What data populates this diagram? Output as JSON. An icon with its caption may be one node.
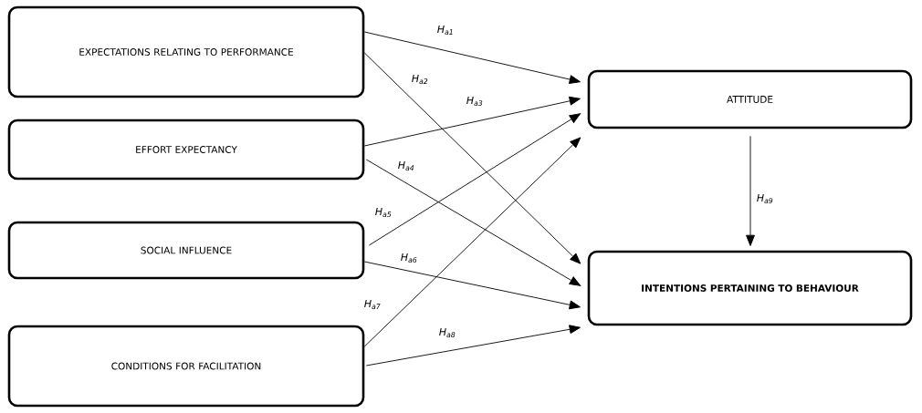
{
  "diagram": {
    "nodes": [
      {
        "text": [
          "EXPECTATIONS RELATING TO PERFORMANCE"
        ]
      },
      {
        "text": [
          "EFFORT EXPECTANCY"
        ]
      },
      {
        "text": [
          "SOCIAL INFLUENCE"
        ]
      },
      {
        "text": [
          "CONDITIONS FOR FACILITATION"
        ]
      },
      {
        "text": [
          "ATTITUDE"
        ]
      },
      {
        "text": [
          "**INTENTIONS PERTAINING TO BEHAVIOUR**"
        ]
      }
    ],
    "edges": [
      {
        "from": 0,
        "to": 4,
        "arrow": "to",
        "label": "H$_{a1}$"
      },
      {
        "from": 0,
        "to": 5,
        "arrow": "to",
        "label": "H$_{a2}$"
      },
      {
        "from": 1,
        "to": 4,
        "arrow": "to",
        "label": "H$_{a3}$"
      },
      {
        "from": 1,
        "to": 5,
        "arrow": "to",
        "label": "H$_{a4}$"
      },
      {
        "from": 2,
        "to": 4,
        "arrow": "to",
        "label": "H$_{a5}$"
      },
      {
        "from": 2,
        "to": 5,
        "arrow": "to",
        "label": "H$_{a6}$"
      },
      {
        "from": 3,
        "to": 4,
        "arrow": "to",
        "label": "H$_{a7}$"
      },
      {
        "from": 3,
        "to": 5,
        "arrow": "to",
        "label": "H$_{a8}$"
      },
      {
        "from": 4,
        "to": 5,
        "arrow": "to",
        "label": "H$_{a9}$"
      }
    ]
  }
}
